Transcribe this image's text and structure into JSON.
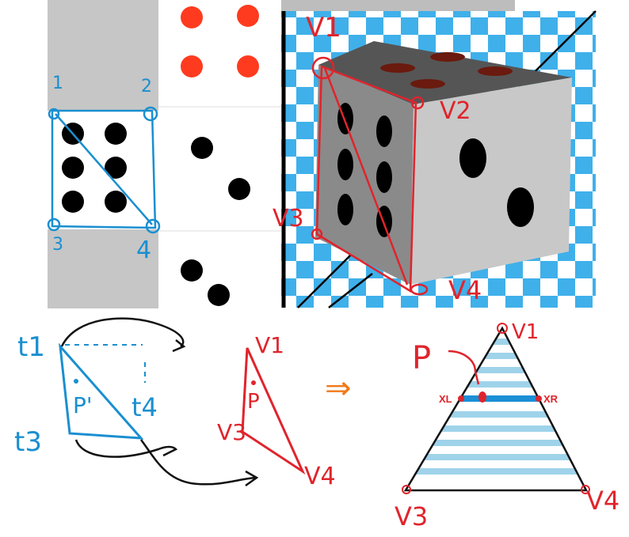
{
  "colors": {
    "blue_ink": "#1a8fd0",
    "red_ink": "#e0242c",
    "black_ink": "#111111",
    "orange_ink": "#f07a1a",
    "checker_blue": "#3fb0ea",
    "scanline_blue": "#9fd3ea",
    "scanline_dark": "#1b8fd6",
    "die_front": "#8a8a8a",
    "die_side": "#c8c8c8",
    "die_top": "#555555",
    "pip_red": "#ff3b1f",
    "pip_top": "#6a1a0e"
  },
  "texture_labels": {
    "c1": "1",
    "c2": "2",
    "c3": "3",
    "c4": "4"
  },
  "die_labels": {
    "v1": "V1",
    "v2": "V2",
    "v3": "V3",
    "v4": "V4"
  },
  "mapping_labels": {
    "t1": "t1",
    "t3": "t3",
    "t4": "t4",
    "p_prime": "P'",
    "v1": "V1",
    "v3": "V3",
    "v4": "V4",
    "p": "P"
  },
  "raster_labels": {
    "p": "P",
    "xl": "XL",
    "xr": "XR",
    "v1": "V1",
    "v3": "V3",
    "v4": "V4"
  },
  "arrow_symbol": "⇒",
  "icons": [
    "triangle-split-icon",
    "die-icon",
    "implies-arrow-icon"
  ]
}
